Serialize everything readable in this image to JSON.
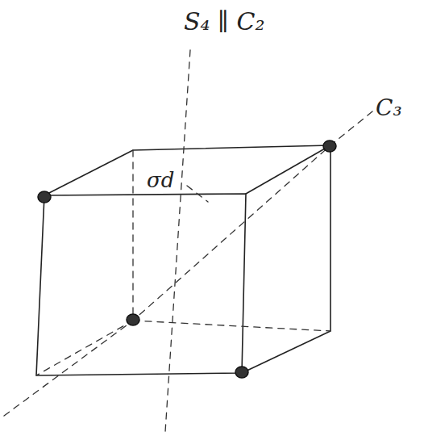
{
  "diagram": {
    "labels": [
      "S₄ ∥ C₂",
      "C₃",
      "σd"
    ]
  }
}
